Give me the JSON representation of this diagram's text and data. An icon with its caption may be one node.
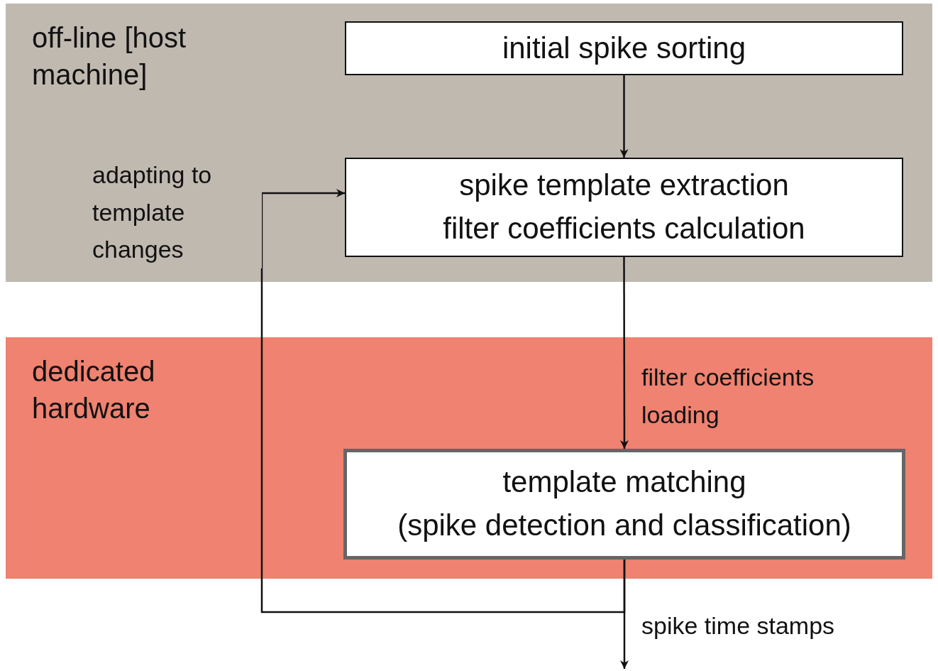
{
  "diagram": {
    "nodes": [
      {
        "text": [
          "off-line [host machine]"
        ]
      },
      {
        "text": [
          "initial spike sorting"
        ],
        "in": 0
      },
      {
        "text": [
          "spike template extraction",
          "filter coefficients calculation"
        ],
        "in": 0
      },
      {
        "text": [
          "dedicated hardware"
        ]
      },
      {
        "text": [
          "template matching",
          "(spike detection and classification)"
        ],
        "in": 3
      }
    ],
    "edges": [
      {
        "from": 1,
        "to": 2,
        "arrow": "to"
      },
      {
        "from": 2,
        "to": 4,
        "arrow": "to",
        "label": "filter coefficients loading"
      },
      {
        "from": 4,
        "to": null,
        "arrow": "to",
        "label": "spike time stamps"
      },
      {
        "from": 4,
        "to": 2,
        "arrow": "to",
        "label": "adapting to template changes"
      }
    ]
  }
}
